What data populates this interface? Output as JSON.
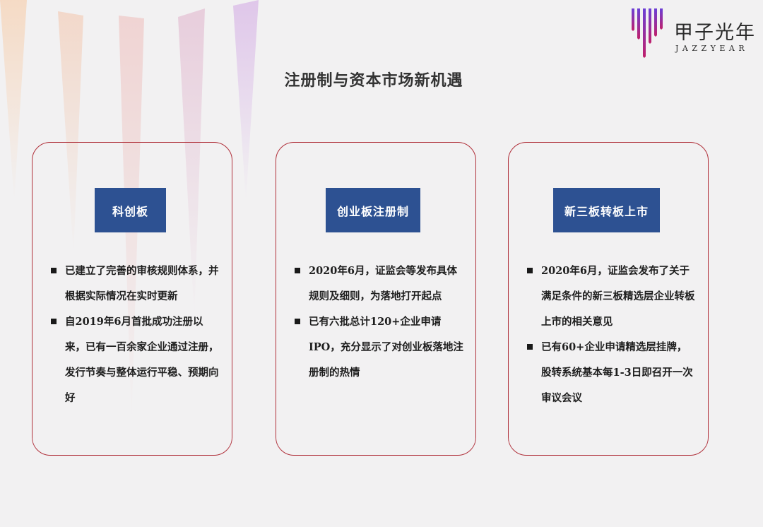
{
  "brand": {
    "name_cn": "甲子光年",
    "name_en": "JAZZYEAR"
  },
  "page": {
    "title": "注册制与资本市场新机遇"
  },
  "cards": [
    {
      "label": "科创板",
      "bullets": [
        "已建立了完善的审核规则体系，并根据实际情况在实时更新",
        "自2019年6月首批成功注册以来，已有一百余家企业通过注册，发行节奏与整体运行平稳、预期向好"
      ]
    },
    {
      "label": "创业板注册制",
      "bullets": [
        "2020年6月，证监会等发布具体规则及细则，为落地打开起点",
        "已有六批总计120+企业申请IPO，充分显示了对创业板落地注册制的热情"
      ]
    },
    {
      "label": "新三板转板上市",
      "bullets": [
        "2020年6月，证监会发布了关于满足条件的新三板精选层企业转板上市的相关意见",
        "已有60+企业申请精选层挂牌，股转系统基本每1-3日即召开一次审议会议"
      ]
    }
  ],
  "colors": {
    "background": "#f2f1f2",
    "card_border": "#b0303a",
    "label_bg": "#2d5192",
    "label_text": "#ffffff",
    "text": "#1e1e1e"
  }
}
